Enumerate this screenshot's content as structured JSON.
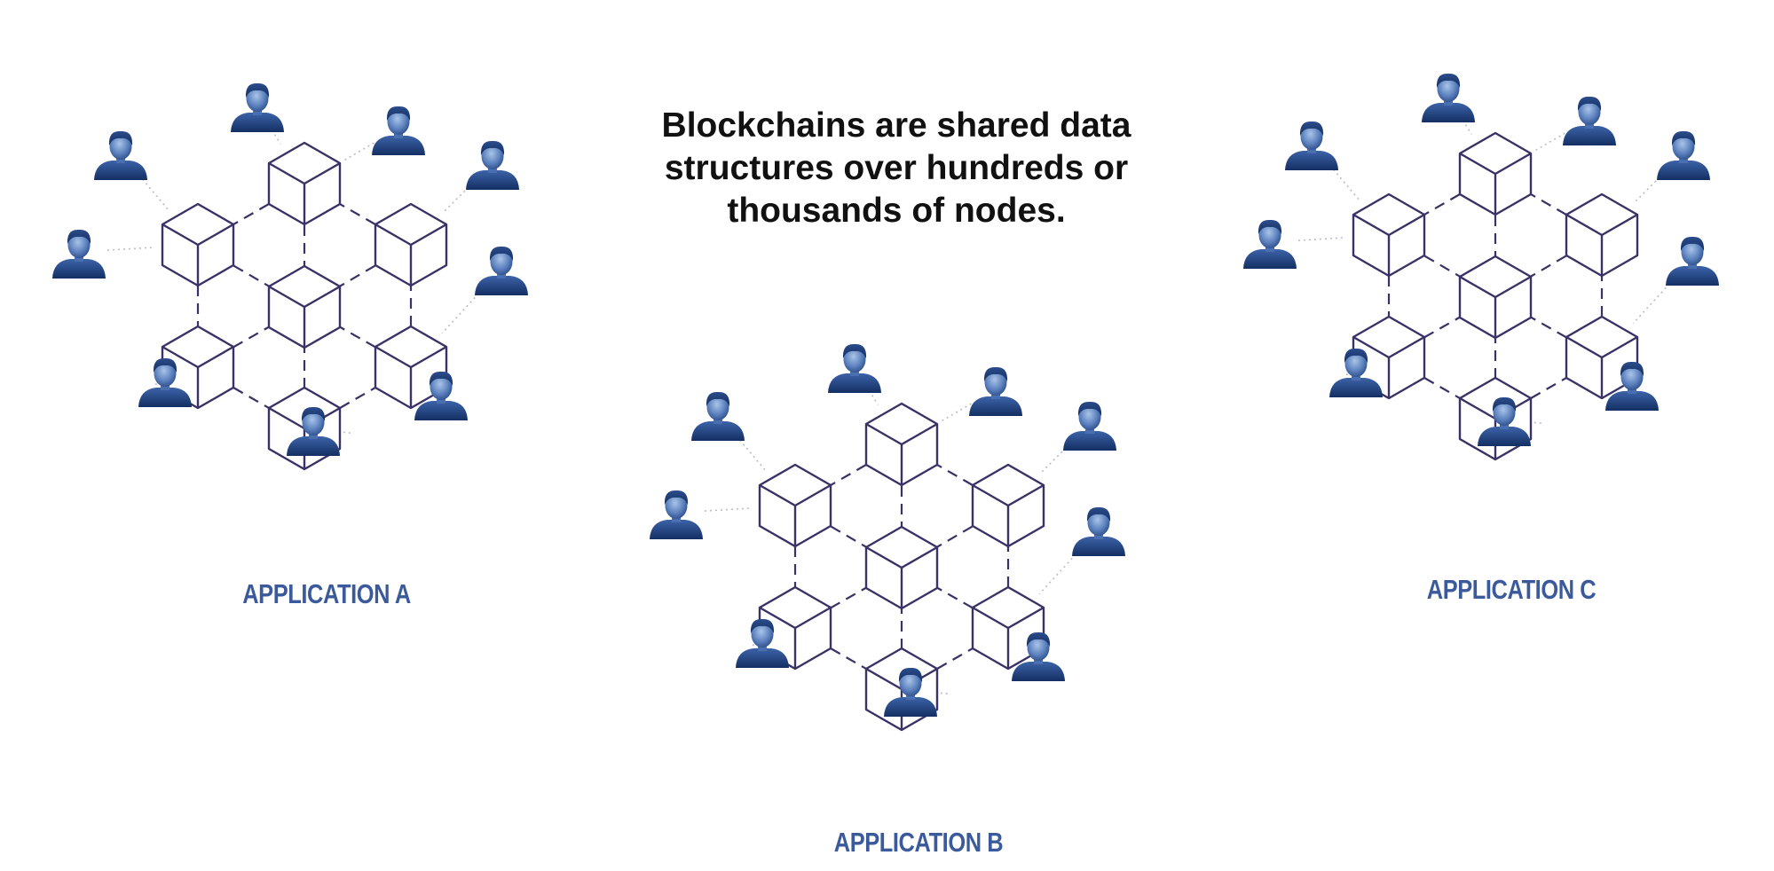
{
  "headline": {
    "line1": "Blockchains are shared data",
    "line2": "structures over hundreds or",
    "line3": "thousands of nodes."
  },
  "applications": [
    {
      "label": "APPLICATION A"
    },
    {
      "label": "APPLICATION B"
    },
    {
      "label": "APPLICATION C"
    }
  ],
  "colors": {
    "cube_stroke": "#3a3266",
    "label": "#3b5a9c",
    "user_dark": "#1e3a70",
    "user_light": "#8fb0dc",
    "dotted_link": "#b8bcc8"
  },
  "icons": {
    "block": "cube-icon",
    "node": "user-icon"
  }
}
